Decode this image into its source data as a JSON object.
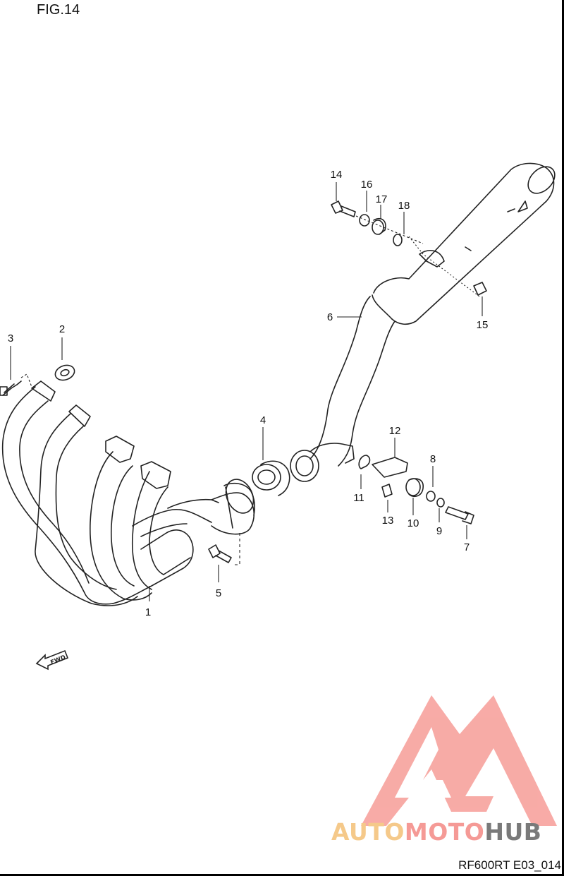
{
  "figure": {
    "title": "FIG.14",
    "code": "RF600RT E03_014"
  },
  "callouts": [
    {
      "id": "c1",
      "text": "1"
    },
    {
      "id": "c2",
      "text": "2"
    },
    {
      "id": "c3",
      "text": "3"
    },
    {
      "id": "c4",
      "text": "4"
    },
    {
      "id": "c5",
      "text": "5"
    },
    {
      "id": "c6",
      "text": "6"
    },
    {
      "id": "c7",
      "text": "7"
    },
    {
      "id": "c8",
      "text": "8"
    },
    {
      "id": "c9",
      "text": "9"
    },
    {
      "id": "c10",
      "text": "10"
    },
    {
      "id": "c11",
      "text": "11"
    },
    {
      "id": "c12",
      "text": "12"
    },
    {
      "id": "c13",
      "text": "13"
    },
    {
      "id": "c14",
      "text": "14"
    },
    {
      "id": "c15",
      "text": "15"
    },
    {
      "id": "c16",
      "text": "16"
    },
    {
      "id": "c17",
      "text": "17"
    },
    {
      "id": "c18",
      "text": "18"
    }
  ],
  "direction_marker": {
    "text": "FWD",
    "icon": "forward-arrow-icon"
  },
  "watermark": {
    "brand": "AUTOMOTOHUB",
    "parts": [
      "AUTO",
      "MOTO",
      "HUB"
    ],
    "colors": {
      "auto": "#f5c98a",
      "moto": "#f59a96",
      "hub": "#7a7a7a",
      "logo": "#f4837c"
    }
  }
}
